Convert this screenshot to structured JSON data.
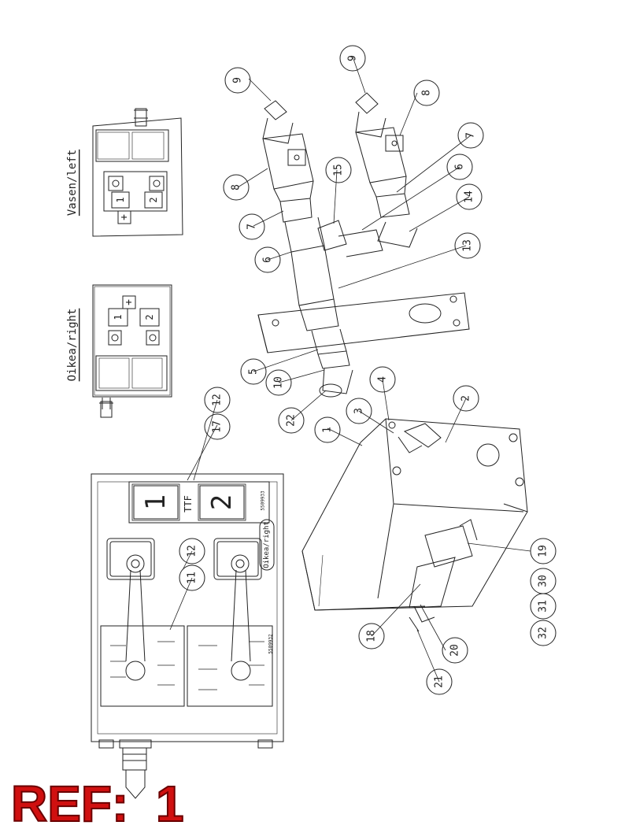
{
  "diagram": {
    "labels": {
      "right_view": "Oikea/right",
      "left_view": "Vasen/left",
      "ttf": "TTF",
      "valve_1": "1",
      "valve_2": "2",
      "plus": "+",
      "panel_code_a": "5509933",
      "panel_code_b": "5509932"
    },
    "callouts": [
      "9",
      "9",
      "8",
      "8",
      "7",
      "7",
      "6",
      "6",
      "15",
      "14",
      "13",
      "5",
      "10",
      "22",
      "4",
      "3",
      "2",
      "1",
      "17",
      "12",
      "12",
      "11",
      "19",
      "30",
      "31",
      "32",
      "18",
      "20",
      "21"
    ]
  },
  "ref": {
    "prefix": "REF:",
    "number": "1",
    "color": "#d01010"
  }
}
